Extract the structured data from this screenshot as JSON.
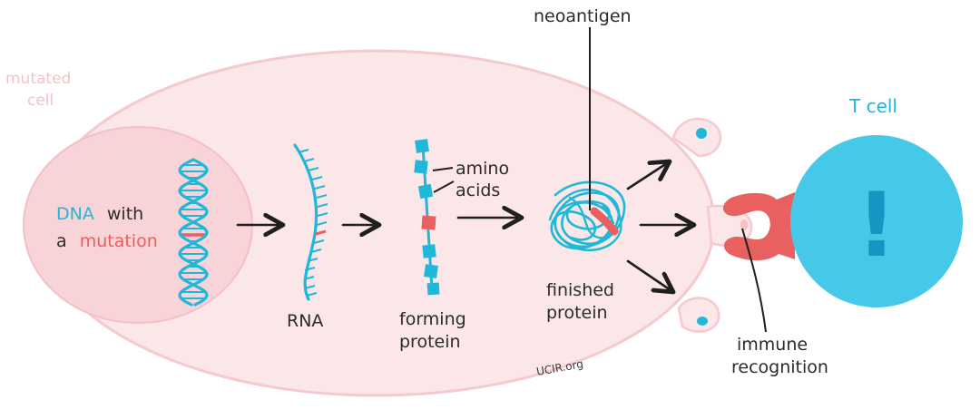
{
  "labels": {
    "cell_line1": "mutated",
    "cell_line2": "cell",
    "dna_word": "DNA",
    "with_word": "with",
    "a_word": "a",
    "mutation_word": "mutation",
    "rna": "RNA",
    "amino_line1": "amino",
    "amino_line2": "acids",
    "forming_line1": "forming",
    "forming_line2": "protein",
    "neoantigen": "neoantigen",
    "finished_line1": "finished",
    "finished_line2": "protein",
    "t_cell": "T cell",
    "exclamation": "!",
    "immune_line1": "immune",
    "immune_line2": "recognition",
    "credit": "UCIR.org"
  },
  "colors": {
    "cell_fill": "#fbe6e8",
    "cell_outline": "#f4c9cf",
    "nucleus_fill": "#f8d3d8",
    "cyan": "#1fb8d8",
    "mutation_red": "#e8605f",
    "tcell": "#46c8e8",
    "exclamation": "#1596c2",
    "faint_pink": "#f5c2c8",
    "ink": "#1f1f1f"
  }
}
